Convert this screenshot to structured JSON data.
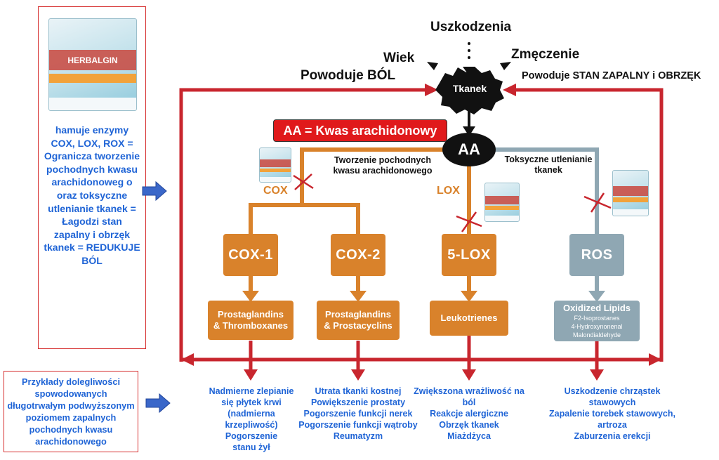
{
  "top": {
    "uszkodzenia": "Uszkodzenia",
    "wiek": "Wiek",
    "zmeczenie": "Zmęczenie",
    "powoduje_bol": "Powoduje BÓL",
    "powoduje_stan": "Powoduje STAN ZAPALNY i OBRZĘK",
    "tkanek": "Tkanek"
  },
  "aa": {
    "banner": "AA = Kwas arachidonowy",
    "node": "AA"
  },
  "pathways": {
    "tworzenie": "Tworzenie pochodnych kwasu arachidonowego",
    "toksyczne": "Toksyczne utlenianie tkanek",
    "cox_label": "COX",
    "lox_label": "LOX"
  },
  "enzymes": [
    "COX-1",
    "COX-2",
    "5-LOX",
    "ROS"
  ],
  "products": [
    {
      "line1": "Prostaglandins",
      "line2": "& Thromboxanes"
    },
    {
      "line1": "Prostaglandins",
      "line2": "& Prostacyclins"
    },
    {
      "line1": "Leukotrienes",
      "line2": ""
    },
    {
      "line1": "Oxidized Lipids",
      "line2": "F2-Isoprostanes",
      "line3": "4-Hydroxynonenal",
      "line4": "Malondialdehyde"
    }
  ],
  "left_box": {
    "product_name": "HERBALGIN",
    "text": "hamuje enzymy COX, LOX, ROX = Ogranicza tworzenie pochodnych kwasu arachidonoweg o oraz toksyczne utlenianie tkanek = Łagodzi stan zapalny i obrzęk tkanek = REDUKUJE BÓL"
  },
  "left_bottom_box": {
    "text": "Przykłady dolegliwości spowodowanych długotrwałym podwyższonym poziomem zapalnych pochodnych kwasu arachidonowego"
  },
  "effects": [
    [
      "Nadmierne zlepianie",
      "się płytek krwi",
      "(nadmierna",
      "krzepliwość)",
      "Pogorszenie",
      "stanu żył"
    ],
    [
      "Utrata tkanki kostnej",
      "Powiększenie prostaty",
      "Pogorszenie funkcji nerek",
      "Pogorszenie funkcji wątroby",
      "Reumatyzm"
    ],
    [
      "Zwiększona wrażliwość na ból",
      "Reakcje alergiczne",
      "Obrzęk tkanek",
      "Miażdżyca"
    ],
    [
      "Uszkodzenie chrząstek",
      "stawowych",
      "Zapalenie torebek stawowych,",
      "artroza",
      "Zaburzenia erekcji"
    ]
  ],
  "colors": {
    "red_line": "#c8262e",
    "orange": "#d9822b",
    "grey": "#8fa7b3",
    "blue_text": "#1f64d6",
    "banner_red": "#e0191b"
  }
}
